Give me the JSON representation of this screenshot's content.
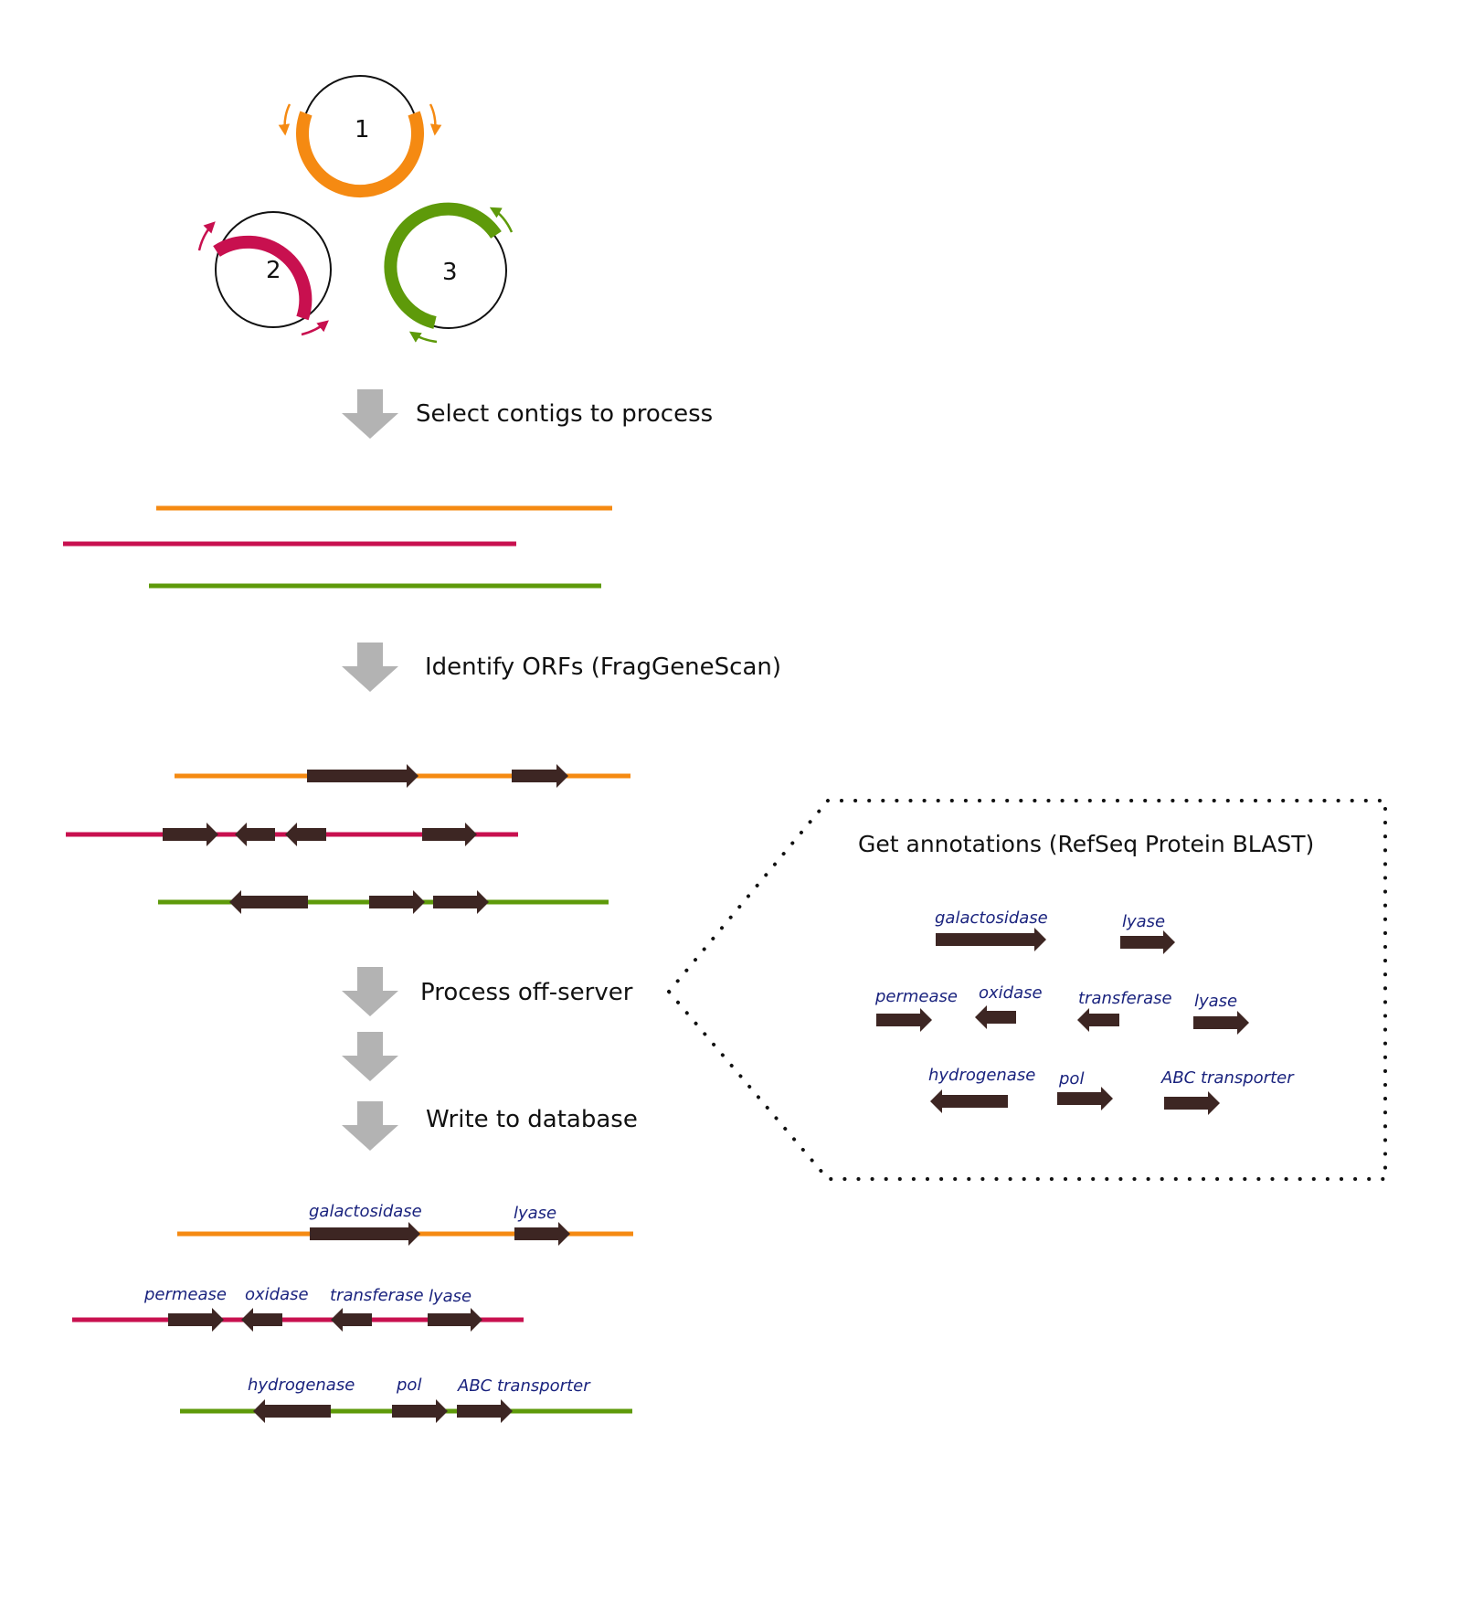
{
  "colors": {
    "orange": "#f58a12",
    "crimson": "#c8104f",
    "green": "#5e9a0a",
    "arrow_gray": "#b3b3b3",
    "gene_fill": "#3d2623",
    "label_blue": "#1a237e",
    "dots": "#111111"
  },
  "contigs": [
    {
      "id": "1",
      "color": "orange"
    },
    {
      "id": "2",
      "color": "crimson"
    },
    {
      "id": "3",
      "color": "green"
    }
  ],
  "steps": {
    "select": "Select contigs to process",
    "identify": "Identify ORFs (FragGeneScan)",
    "process": "Process off-server",
    "write": "Write to database"
  },
  "annotation_box": {
    "title": "Get annotations (RefSeq Protein BLAST)"
  },
  "genes": {
    "galactosidase": "galactosidase",
    "lyase": "lyase",
    "permease": "permease",
    "oxidase": "oxidase",
    "transferase": "transferase",
    "hydrogenase": "hydrogenase",
    "pol": "pol",
    "abc": "ABC transporter"
  },
  "icons": [
    "down-arrow-icon",
    "gene-arrow-icon",
    "plasmid-icon"
  ]
}
